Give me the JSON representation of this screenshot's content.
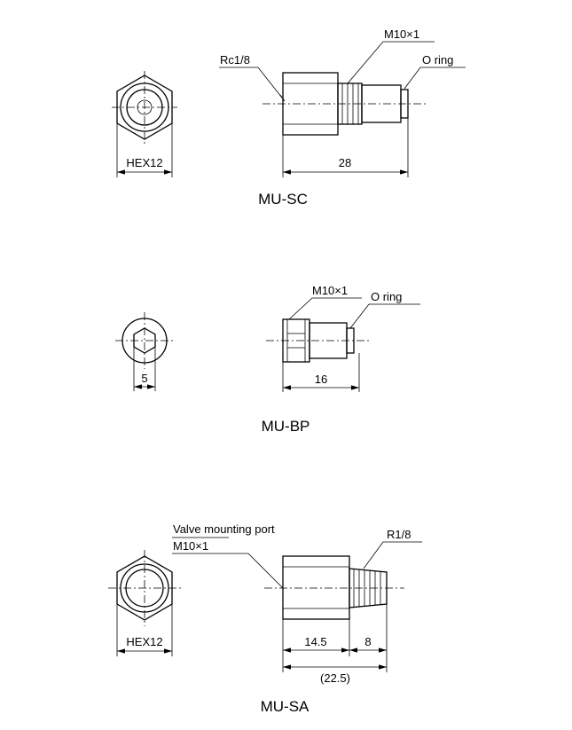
{
  "parts": [
    {
      "title": "MU-SC",
      "side_dimension": "HEX12",
      "dimensions": [
        "28"
      ],
      "callouts": [
        "Rc1/8",
        "M10×1",
        "O ring"
      ]
    },
    {
      "title": "MU-BP",
      "side_dimension": "5",
      "dimensions": [
        "16"
      ],
      "callouts": [
        "M10×1",
        "O ring"
      ]
    },
    {
      "title": "MU-SA",
      "side_dimension": "HEX12",
      "dimensions": [
        "14.5",
        "8",
        "(22.5)"
      ],
      "callouts": [
        "Valve mounting port",
        "M10×1",
        "R1/8"
      ]
    }
  ]
}
